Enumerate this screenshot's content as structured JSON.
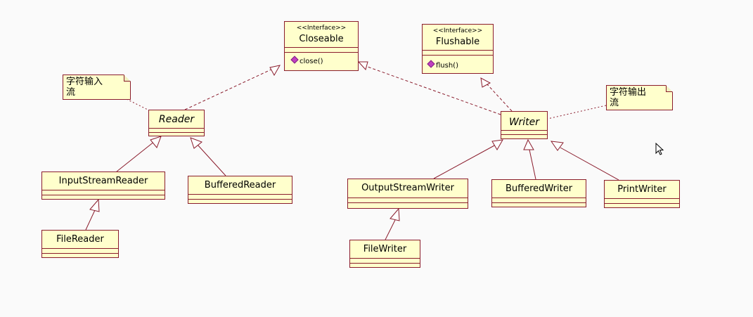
{
  "interfaces": {
    "closeable": {
      "stereotype": "<<Interface>>",
      "name": "Closeable",
      "operation": "close()"
    },
    "flushable": {
      "stereotype": "<<Interface>>",
      "name": "Flushable",
      "operation": "flush()"
    }
  },
  "classes": {
    "reader": "Reader",
    "writer": "Writer",
    "input_stream_reader": "InputStreamReader",
    "buffered_reader": "BufferedReader",
    "file_reader": "FileReader",
    "output_stream_writer": "OutputStreamWriter",
    "buffered_writer": "BufferedWriter",
    "print_writer": "PrintWriter",
    "file_writer": "FileWriter"
  },
  "notes": {
    "input_note": {
      "line1": "字符输入",
      "line2": "流"
    },
    "output_note": {
      "line1": "字符输出",
      "line2": "流"
    }
  },
  "relations": [
    {
      "from": "Reader",
      "to": "Closeable",
      "type": "realization"
    },
    {
      "from": "Writer",
      "to": "Closeable",
      "type": "realization"
    },
    {
      "from": "Writer",
      "to": "Flushable",
      "type": "realization"
    },
    {
      "from": "InputStreamReader",
      "to": "Reader",
      "type": "generalization"
    },
    {
      "from": "BufferedReader",
      "to": "Reader",
      "type": "generalization"
    },
    {
      "from": "FileReader",
      "to": "InputStreamReader",
      "type": "generalization"
    },
    {
      "from": "OutputStreamWriter",
      "to": "Writer",
      "type": "generalization"
    },
    {
      "from": "BufferedWriter",
      "to": "Writer",
      "type": "generalization"
    },
    {
      "from": "PrintWriter",
      "to": "Writer",
      "type": "generalization"
    },
    {
      "from": "FileWriter",
      "to": "OutputStreamWriter",
      "type": "generalization"
    }
  ],
  "colors": {
    "class_fill": "#ffffcc",
    "border": "#8a1c2c",
    "operation_marker": "#c040c0",
    "background": "#fafafa"
  }
}
